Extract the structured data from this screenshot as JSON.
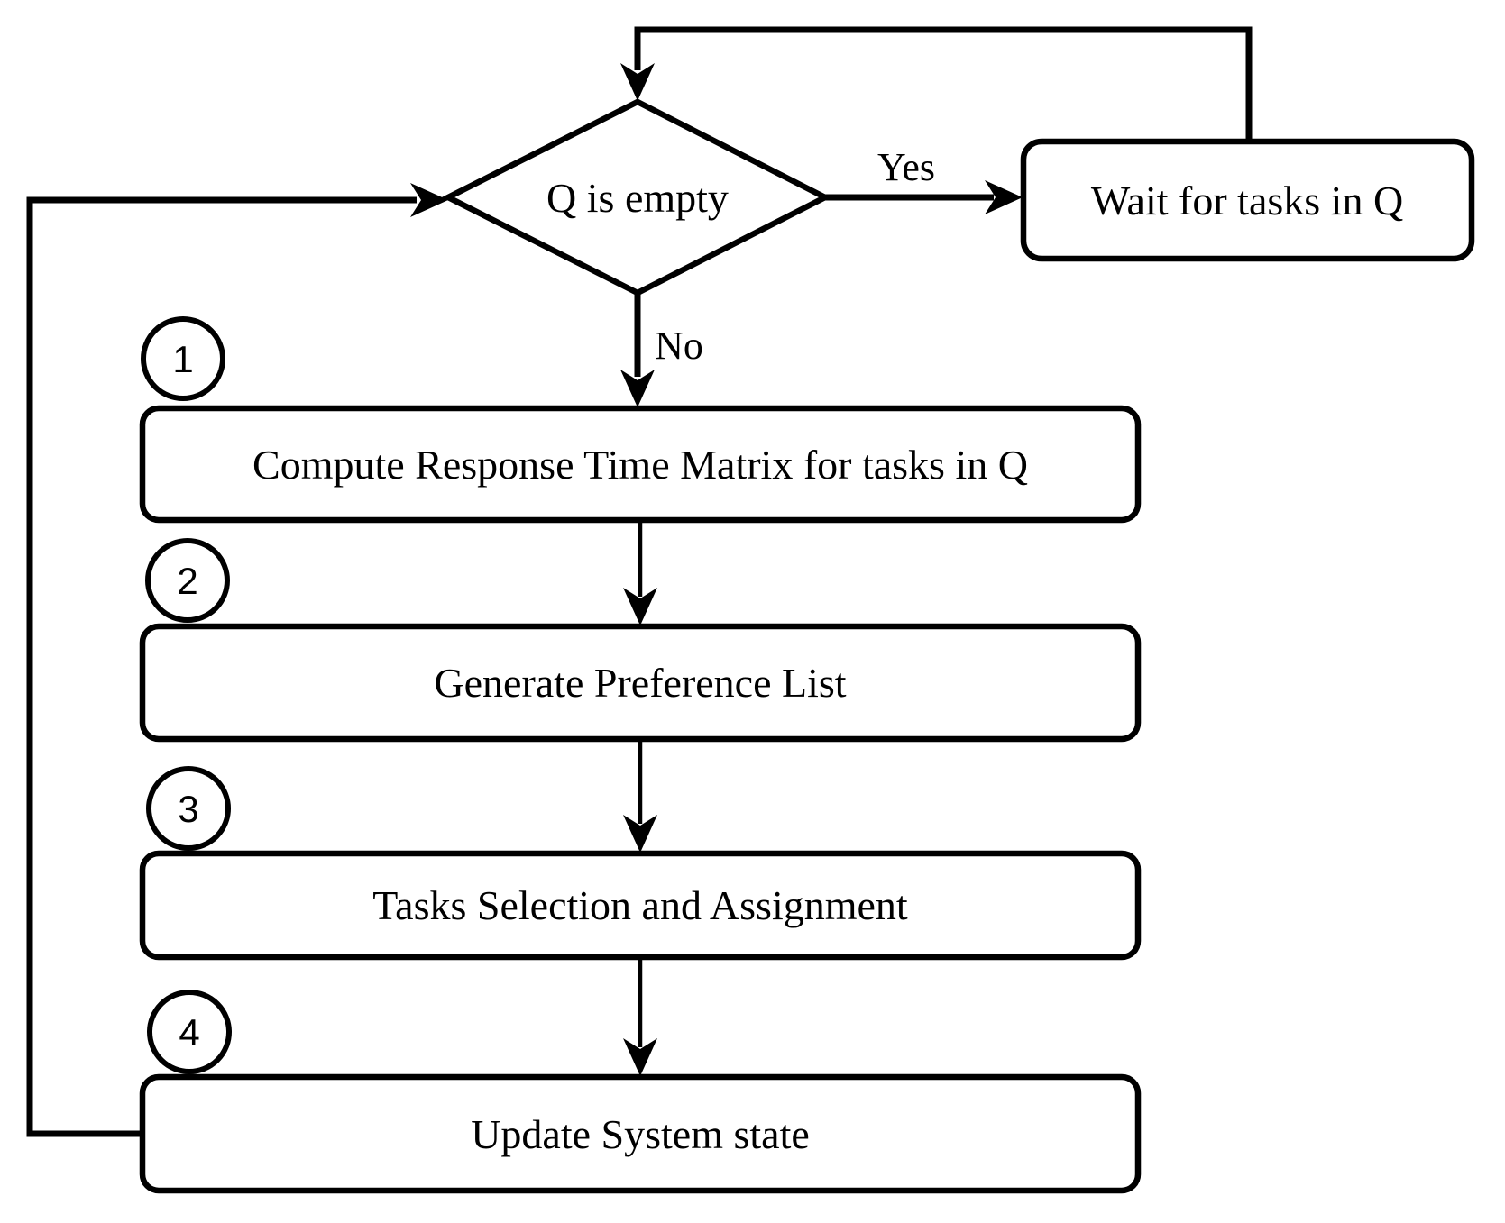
{
  "diagram": {
    "decision": {
      "label": "Q is empty"
    },
    "branches": {
      "yes_label": "Yes",
      "no_label": "No"
    },
    "wait_node": {
      "label": "Wait for tasks in Q"
    },
    "steps": [
      {
        "number": "1",
        "label": "Compute Response Time Matrix for tasks in Q"
      },
      {
        "number": "2",
        "label": "Generate Preference List"
      },
      {
        "number": "3",
        "label": "Tasks Selection and Assignment"
      },
      {
        "number": "4",
        "label": "Update System state"
      }
    ],
    "colors": {
      "line": "#000000",
      "background": "#ffffff"
    }
  }
}
